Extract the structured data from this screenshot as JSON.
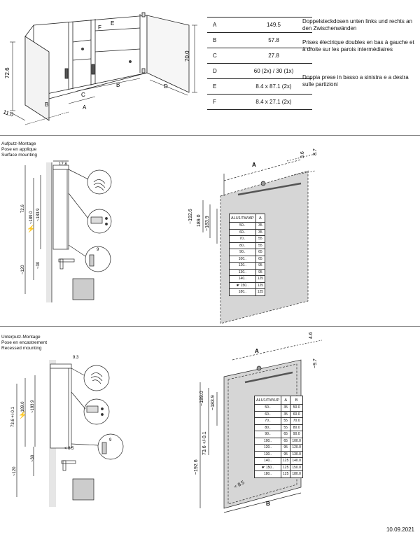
{
  "overview": {
    "dims": {
      "height_outer": "72.6",
      "height_inner": "70.0",
      "depth": "11.0",
      "label_a": "A",
      "label_b": "B",
      "label_c": "C",
      "label_d": "D",
      "label_e": "E",
      "label_f": "F"
    }
  },
  "dimension_table": [
    {
      "key": "A",
      "value": "149.5"
    },
    {
      "key": "B",
      "value": "57.8"
    },
    {
      "key": "C",
      "value": "27.8"
    },
    {
      "key": "D",
      "value": "60 (2x) / 30 (1x)"
    },
    {
      "key": "E",
      "value": "8.4 x 87.1 (2x)"
    },
    {
      "key": "F",
      "value": "8.4 x 27.1 (2x)"
    }
  ],
  "notes": {
    "de": "Doppelsteckdosen unten links und rechts an den Zwischenwänden",
    "fr": "Prises électrique doubles en bas à gauche et à droite sur les parois intermédiaires",
    "it": "Doppia prese in basso a sinistra e a destra sulle partizioni"
  },
  "surface": {
    "title_lines": [
      "Aufputz-Montage",
      "Pose en applique",
      "Surface mounting"
    ],
    "side": {
      "depth": "17.8",
      "h1": "72.6",
      "h2": "~189.0",
      "h3": "~183.9",
      "h4": "~120",
      "h5": "~30",
      "gap": "9"
    },
    "front": {
      "a": "A",
      "t1": "3.6",
      "t2": "8.7",
      "v1": "~192.6",
      "v2": "189.0",
      "v3": "~183.9"
    },
    "table": {
      "headers": [
        "ALU1/TW/AP",
        "A"
      ],
      "rows": [
        [
          "50..",
          "35"
        ],
        [
          "60..",
          "35"
        ],
        [
          "70..",
          "55"
        ],
        [
          "80..",
          "55"
        ],
        [
          "90..",
          "65"
        ],
        [
          "100..",
          "65"
        ],
        [
          "120..",
          "95"
        ],
        [
          "130..",
          "95"
        ],
        [
          "140..",
          "125"
        ],
        [
          "150..",
          "125"
        ],
        [
          "180..",
          "125"
        ]
      ],
      "marked_row": 9
    }
  },
  "recessed": {
    "title_lines": [
      "Unterputz-Montage",
      "Pose en encastrement",
      "Recessed mounting"
    ],
    "side": {
      "depth": "9.3",
      "h1": "73.6 +/-0.1",
      "h2": "~189.0",
      "h3": "~183.9",
      "h4": "~120",
      "h5": "~30",
      "gap": "9",
      "recess": "< 8.5"
    },
    "front": {
      "a": "A",
      "b": "B",
      "t1": "4.6",
      "t2": "~9.7",
      "v1": "~192.6",
      "v2": "73.6 +/-0.1",
      "v3": "~189.0",
      "v4": "~183.9",
      "recess": "< 8.5"
    },
    "table": {
      "headers": [
        "ALU1/TW/UP",
        "A",
        "B"
      ],
      "rows": [
        [
          "50..",
          "35",
          "50.0"
        ],
        [
          "60..",
          "35",
          "60.0"
        ],
        [
          "70..",
          "55",
          "70.0"
        ],
        [
          "80..",
          "55",
          "80.0"
        ],
        [
          "90..",
          "65",
          "90.0"
        ],
        [
          "100..",
          "65",
          "100.0"
        ],
        [
          "120..",
          "95",
          "120.0"
        ],
        [
          "130..",
          "95",
          "130.0"
        ],
        [
          "140..",
          "125",
          "140.0"
        ],
        [
          "150..",
          "125",
          "150.0"
        ],
        [
          "180..",
          "125",
          "180.0"
        ]
      ],
      "marked_row": 9
    }
  },
  "date": "10.09.2021"
}
